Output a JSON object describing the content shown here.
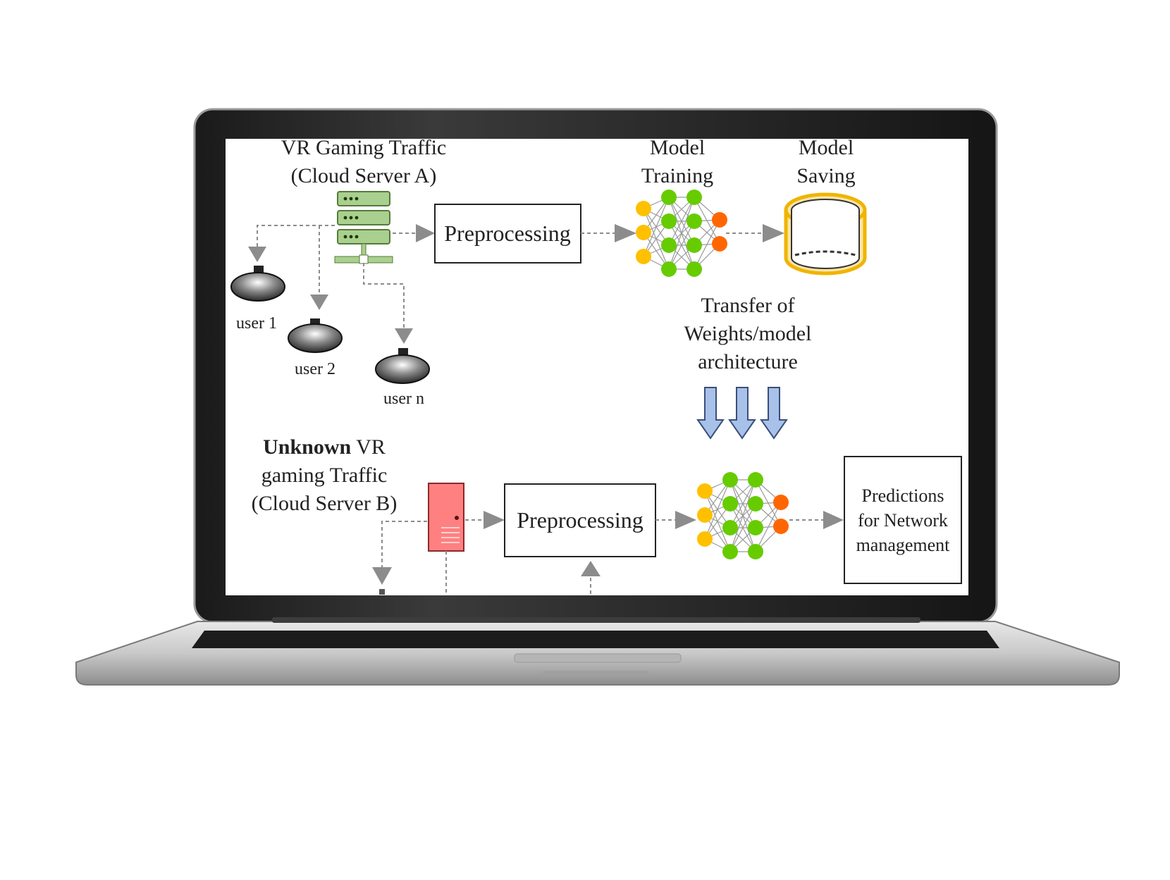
{
  "diagram": {
    "top": {
      "source_title_line1": "VR Gaming Traffic",
      "source_title_line2": "(Cloud Server A)",
      "users": [
        "user 1",
        "user 2",
        "user n"
      ],
      "preprocessing_label": "Preprocessing",
      "training_title_line1": "Model",
      "training_title_line2": "Training",
      "saving_title_line1": "Model",
      "saving_title_line2": "Saving"
    },
    "transfer": {
      "line1": "Transfer of",
      "line2": "Weights/model",
      "line3": "architecture"
    },
    "bottom": {
      "source_title_bold": "Unknown",
      "source_title_rest": " VR",
      "source_title_line2": "gaming Traffic",
      "source_title_line3": "(Cloud Server B)",
      "preprocessing_label": "Preprocessing",
      "predictions_line1": "Predictions",
      "predictions_line2": "for Network",
      "predictions_line3": "management"
    }
  },
  "colors": {
    "server_a_green": "#a9d08e",
    "server_b_red": "#ff8080",
    "node_yellow": "#ffc000",
    "node_green": "#66cc00",
    "node_orange": "#ff6600",
    "cylinder_fill": "#fbe5a6",
    "cylinder_stroke": "#f0b400",
    "transfer_arrow": "#a8c1e8",
    "laptop_bezel": "#111111"
  }
}
